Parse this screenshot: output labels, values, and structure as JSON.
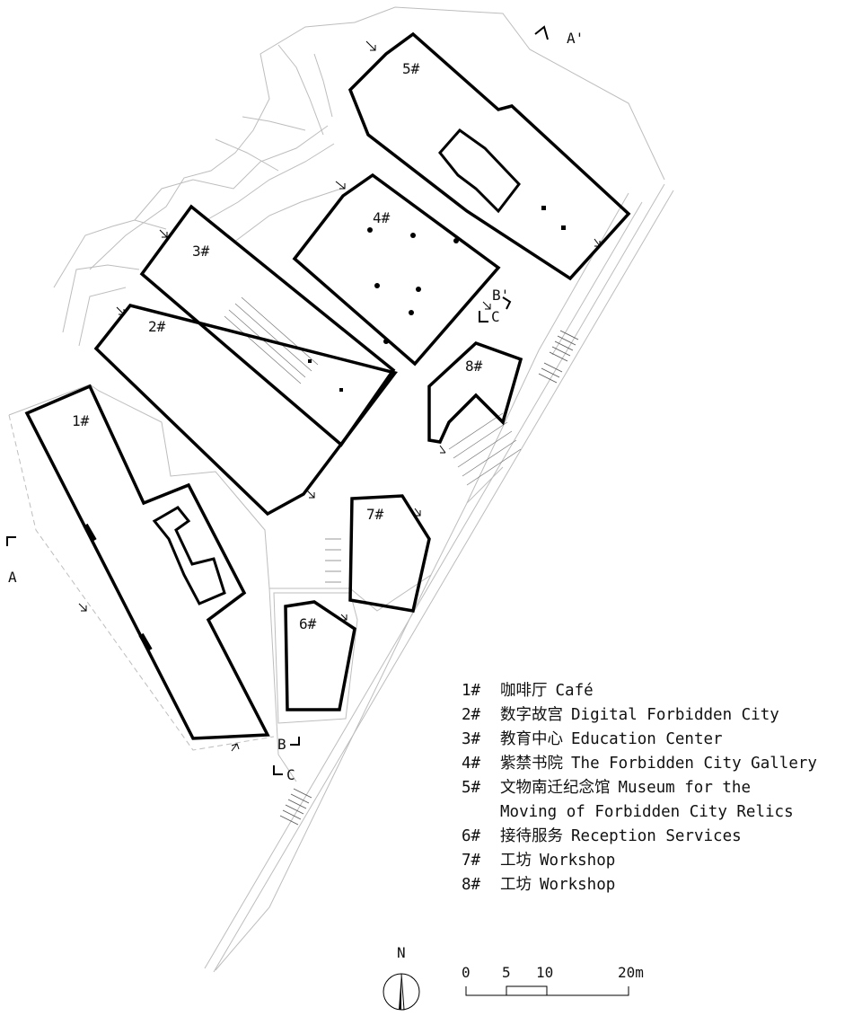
{
  "buildings": [
    {
      "id": "1#"
    },
    {
      "id": "2#"
    },
    {
      "id": "3#"
    },
    {
      "id": "4#"
    },
    {
      "id": "5#"
    },
    {
      "id": "6#"
    },
    {
      "id": "7#"
    },
    {
      "id": "8#"
    }
  ],
  "section_marks": {
    "a": "A",
    "a_prime": "A'",
    "b": "B",
    "b_prime": "B'",
    "c": "C",
    "c_prime": "C"
  },
  "legend": [
    {
      "num": "1#",
      "zh": "咖啡厅",
      "en": "Café"
    },
    {
      "num": "2#",
      "zh": "数字故宫",
      "en": "Digital Forbidden City"
    },
    {
      "num": "3#",
      "zh": "教育中心",
      "en": "Education Center"
    },
    {
      "num": "4#",
      "zh": "紫禁书院",
      "en": "The Forbidden City Gallery"
    },
    {
      "num": "5#",
      "zh": "文物南迁纪念馆",
      "en": "Museum for the"
    },
    {
      "num": "",
      "zh": "",
      "en": "Moving of Forbidden City Relics"
    },
    {
      "num": "6#",
      "zh": "接待服务",
      "en": "Reception Services"
    },
    {
      "num": "7#",
      "zh": "工坊",
      "en": "Workshop"
    },
    {
      "num": "8#",
      "zh": "工坊",
      "en": "Workshop"
    }
  ],
  "north": {
    "label": "N"
  },
  "scale": {
    "ticks": [
      "0",
      "5",
      "10",
      "20m"
    ]
  }
}
